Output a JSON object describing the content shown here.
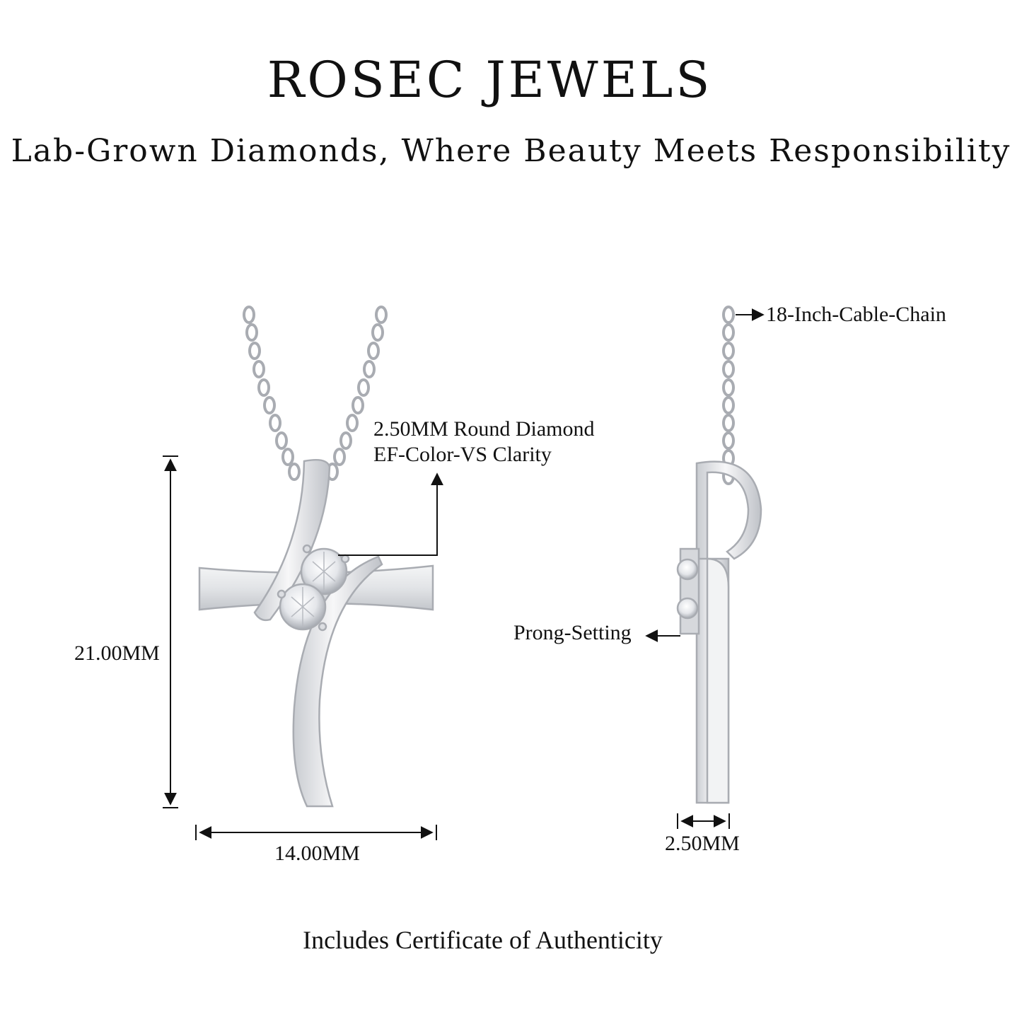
{
  "header": {
    "brand": "ROSEC JEWELS",
    "tagline": "Lab-Grown Diamonds, Where Beauty Meets Responsibility"
  },
  "front_view": {
    "diamond_label_line1": "2.50MM Round Diamond",
    "diamond_label_line2": "EF-Color-VS  Clarity",
    "height_label": "21.00MM",
    "width_label": "14.00MM"
  },
  "side_view": {
    "chain_label": "18-Inch-Cable-Chain",
    "setting_label": "Prong-Setting",
    "depth_label": "2.50MM"
  },
  "footer": {
    "text": "Includes Certificate of Authenticity"
  },
  "colors": {
    "metal": "#e6e7ea",
    "metal_outline": "#a9acb2",
    "text": "#111111"
  }
}
